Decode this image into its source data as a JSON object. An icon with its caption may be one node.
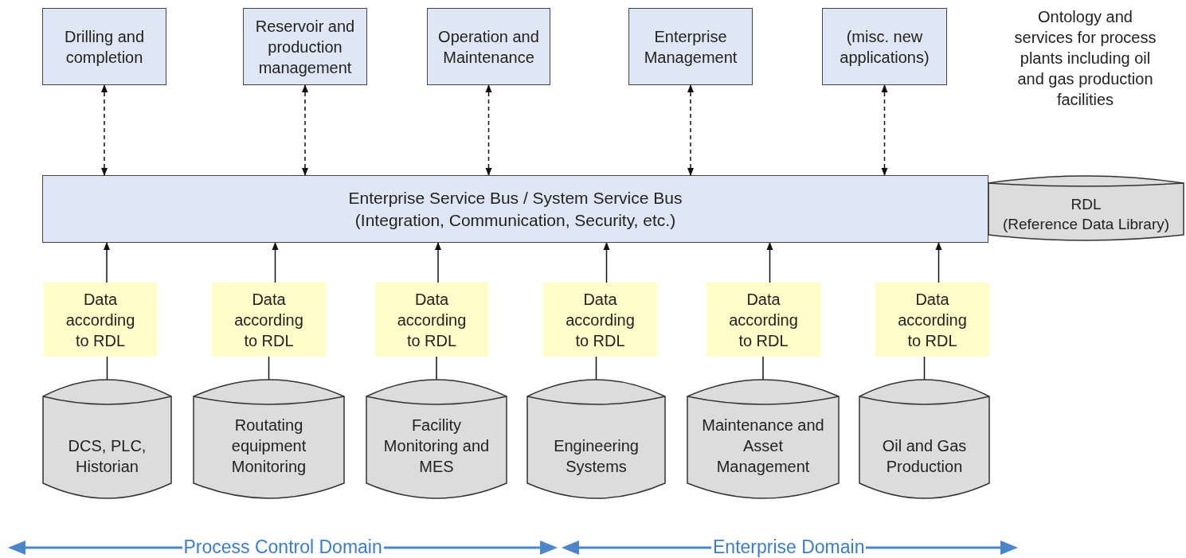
{
  "diagram": {
    "nodes": [
      {
        "text": [
          "Drilling and completion"
        ]
      },
      {
        "text": [
          "Reservoir and production management"
        ]
      },
      {
        "text": [
          "Operation and Maintenance"
        ]
      },
      {
        "text": [
          "Enterprise Management"
        ]
      },
      {
        "text": [
          "(misc. new applications)"
        ]
      },
      {
        "text": [
          "Enterprise Service Bus / System Service Bus",
          "(Integration, Communication, Security, etc.)"
        ]
      },
      {
        "text": [
          "RDL",
          "(Reference Data Library)"
        ]
      },
      {
        "text": [
          "Data according to RDL"
        ]
      },
      {
        "text": [
          "Data according to RDL"
        ]
      },
      {
        "text": [
          "Data according to RDL"
        ]
      },
      {
        "text": [
          "Data according to RDL"
        ]
      },
      {
        "text": [
          "Data according to RDL"
        ]
      },
      {
        "text": [
          "Data according to RDL"
        ]
      },
      {
        "text": [
          "DCS, PLC, Historian"
        ]
      },
      {
        "text": [
          "Routating equipment Monitoring"
        ]
      },
      {
        "text": [
          "Facility Monitoring and MES"
        ]
      },
      {
        "text": [
          "Engineering Systems"
        ]
      },
      {
        "text": [
          "Maintenance and Asset Management"
        ]
      },
      {
        "text": [
          "Oil and Gas Production"
        ]
      }
    ],
    "edges": [
      {
        "from": 0,
        "to": 5,
        "arrow": "both",
        "style": "dashed"
      },
      {
        "from": 1,
        "to": 5,
        "arrow": "both",
        "style": "dashed"
      },
      {
        "from": 2,
        "to": 5,
        "arrow": "both",
        "style": "dashed"
      },
      {
        "from": 3,
        "to": 5,
        "arrow": "both",
        "style": "dashed"
      },
      {
        "from": 4,
        "to": 5,
        "arrow": "both",
        "style": "dashed"
      },
      {
        "from": 7,
        "to": 5,
        "arrow": "to"
      },
      {
        "from": 8,
        "to": 5,
        "arrow": "to"
      },
      {
        "from": 9,
        "to": 5,
        "arrow": "to"
      },
      {
        "from": 10,
        "to": 5,
        "arrow": "to"
      },
      {
        "from": 11,
        "to": 5,
        "arrow": "to"
      },
      {
        "from": 12,
        "to": 5,
        "arrow": "to"
      },
      {
        "from": 13,
        "to": 7,
        "arrow": "none"
      },
      {
        "from": 14,
        "to": 8,
        "arrow": "none"
      },
      {
        "from": 15,
        "to": 9,
        "arrow": "none"
      },
      {
        "from": 16,
        "to": 10,
        "arrow": "none"
      },
      {
        "from": 17,
        "to": 11,
        "arrow": "none"
      },
      {
        "from": 18,
        "to": 12,
        "arrow": "none"
      }
    ],
    "labels": [
      "Ontology and services for process plants including oil and gas production facilities",
      "Process Control Domain",
      "Enterprise Domain"
    ]
  }
}
